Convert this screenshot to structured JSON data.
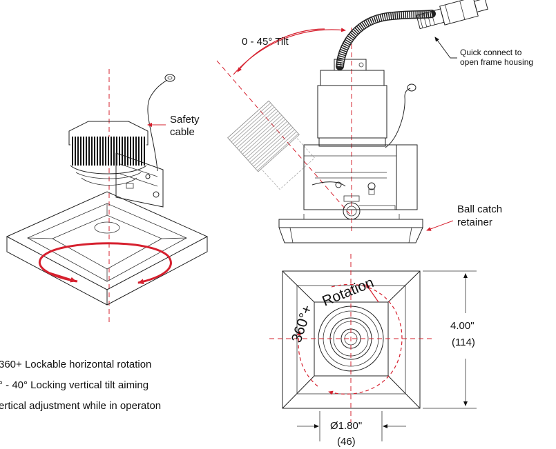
{
  "labels": {
    "safety_cable_line1": "Safety",
    "safety_cable_line2": "cable",
    "tilt": "0 - 45° Tilt",
    "quick_connect_line1": "Quick connect to",
    "quick_connect_line2": "open frame housing",
    "ball_catch_line1": "Ball catch",
    "ball_catch_line2": "retainer",
    "rotation_360": "360°+",
    "rotation_word": "Rotation",
    "height_in": "4.00\"",
    "height_mm": "(114)",
    "aperture_in": "Ø1.80\"",
    "aperture_mm": "(46)"
  },
  "features": [
    "360+ Lockable horizontal rotation",
    "° - 40° Locking vertical tilt aiming",
    "ertical adjustment while in operaton"
  ],
  "colors": {
    "accent_red": "#d6202e",
    "line": "#222222",
    "background": "#ffffff"
  }
}
